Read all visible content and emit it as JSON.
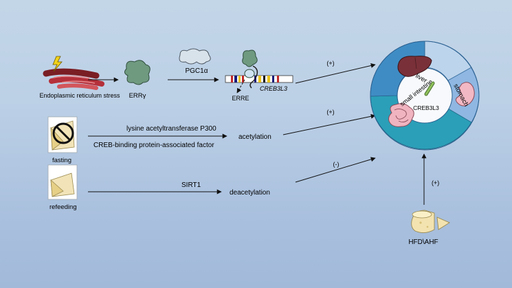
{
  "labels": {
    "er_stress": "Endoplasmic reticulum stress",
    "erry": "ERRγ",
    "pgc1a": "PGC1α",
    "erre": "ERRE",
    "creb3l3_gene": "CREB3L3",
    "fasting": "fasting",
    "refeeding": "refeeding",
    "p300": "lysine acetyltransferase P300",
    "pcaf": "CREB-binding protein-associated factor",
    "acetylation": "acetylation",
    "sirt1": "SIRT1",
    "deacetylation": "deacetylation",
    "hfd": "HFD\\AHF",
    "center": "CREB3L3"
  },
  "organs": {
    "liver": "liver",
    "stomach": "stomach",
    "small_intestine": "small intestine"
  },
  "signs": {
    "gene_effect": "(+)",
    "acetylation_effect": "(+)",
    "deacetylation_effect": "(-)",
    "hfd_effect": "(+)"
  },
  "colors": {
    "liver_segment": "#3f8cc4",
    "stomach_segment": "#8fb7e2",
    "intestine_segment": "#2b9fb8",
    "inner_disc": "#f7f9fc",
    "er_stress": "#b5303a",
    "erry": "#6f9a80",
    "pgc1a": "#d8e2ea"
  }
}
